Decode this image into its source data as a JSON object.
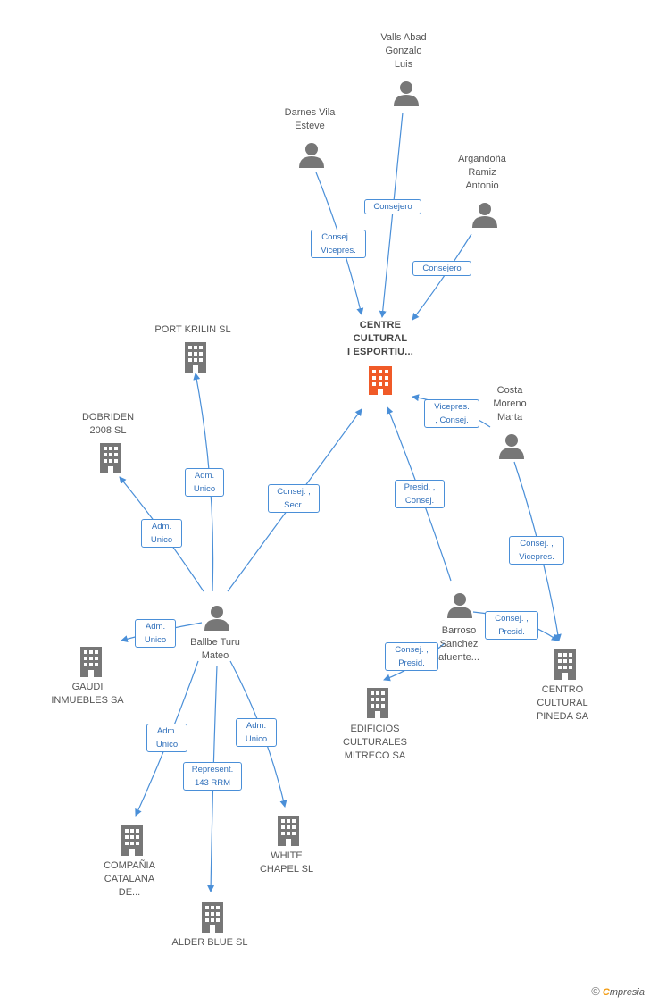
{
  "nodes": {
    "centre": "CENTRE\nCULTURAL\nI ESPORTIU...",
    "valls": "Valls Abad\nGonzalo\nLuis",
    "darnes": "Darnes Vila\nEsteve",
    "argandona": "Argandoña\nRamiz\nAntonio",
    "costa": "Costa\nMoreno\nMarta",
    "port": "PORT KRILIN SL",
    "dobriden": "DOBRIDEN\n2008  SL",
    "ballbe": "Ballbe Turu\nMateo",
    "gaudi": "GAUDI\nINMUEBLES SA",
    "barroso": "Barroso\nSanchez\nafuente...",
    "edificios": "EDIFICIOS\nCULTURALES\nMITRECO SA",
    "centro_pineda": "CENTRO\nCULTURAL\nPINEDA SA",
    "compania": "COMPAÑIA\nCATALANA\nDE...",
    "white": "WHITE\nCHAPEL SL",
    "alder": "ALDER BLUE SL"
  },
  "relations": {
    "valls_centre": "Consejero",
    "darnes_centre": "Consej. ,\nVicepres.",
    "argandona_centre": "Consejero",
    "costa_centre": "Vicepres.\n, Consej.",
    "ballbe_centre": "Consej. ,\nSecr.",
    "barroso_centre": "Presid. ,\nConsej.",
    "ballbe_port": "Adm.\nUnico",
    "ballbe_dobriden": "Adm.\nUnico",
    "ballbe_gaudi": "Adm.\nUnico",
    "ballbe_compania": "Adm.\nUnico",
    "ballbe_alder": "Represent.\n143 RRM",
    "ballbe_white": "Adm.\nUnico",
    "barroso_edificios": "Consej. ,\nPresid.",
    "barroso_centro_pineda": "Consej. ,\nPresid.",
    "costa_centro_pineda": "Consej. ,\nVicepres."
  },
  "colors": {
    "edge": "#4a8fd8",
    "company": "#777777",
    "central": "#f05a28",
    "person": "#777777"
  },
  "footer": {
    "copyright": "©",
    "brand_first": "C",
    "brand_rest": "mpresia"
  }
}
